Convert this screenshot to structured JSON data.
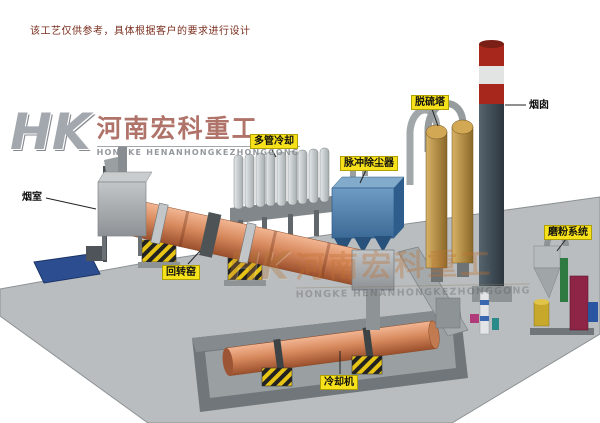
{
  "disclaimer": "该工艺仅供参考，具体根据客户的要求进行设计",
  "watermark": {
    "logo": "HK",
    "company_cn": "河南宏科重工",
    "company_en": "HONGKE HENANHONGKEZHONGGONG"
  },
  "labels": {
    "smoke_chamber": "烟室",
    "rotary_kiln": "回转窑",
    "multi_tube_cooler": "多管冷却",
    "pulse_dust_collector": "脉冲除尘器",
    "desulfurization_tower": "脱硫塔",
    "chimney": "烟囱",
    "grinding_system": "磨粉系统",
    "cooling_machine": "冷却机"
  },
  "colors": {
    "label_bg": "#f7e11a",
    "kiln_body": "#d88a5e",
    "dust_collector_blue": "#4f7fae",
    "tower_tan": "#bf9a4a",
    "chimney_red": "#a8271d",
    "chimney_body": "#3e4c55",
    "platform_gray": "#b9bdbf",
    "hazard_yellow": "#e8c515"
  }
}
